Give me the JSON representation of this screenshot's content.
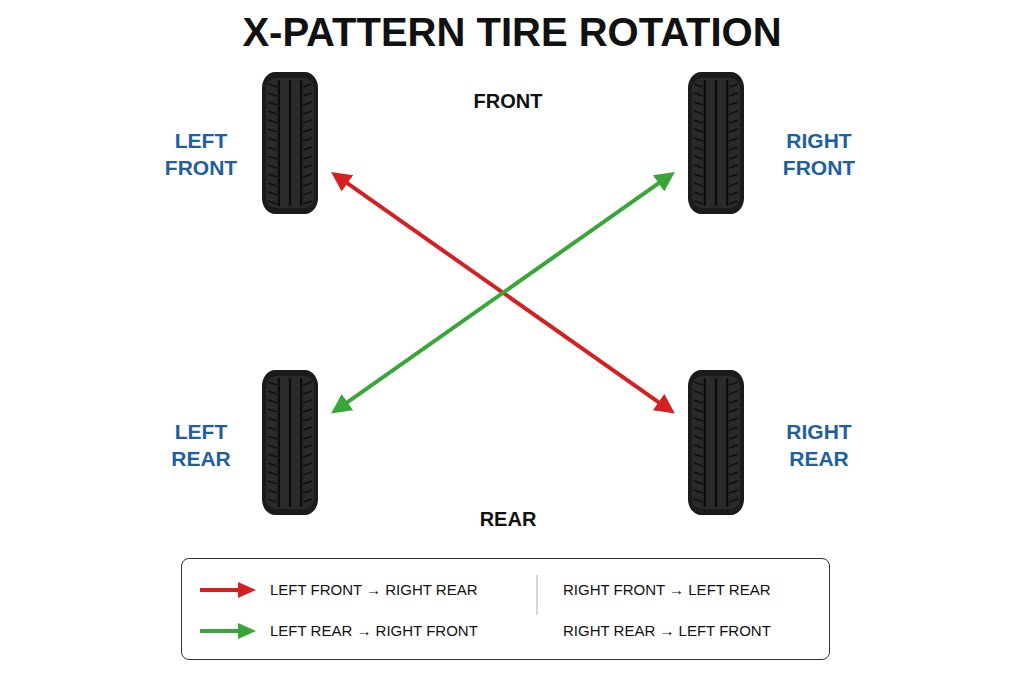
{
  "diagram": {
    "title": "X-PATTERN TIRE ROTATION",
    "nodes": [
      {
        "text": [
          "LEFT FRONT"
        ]
      },
      {
        "text": [
          "RIGHT FRONT"
        ]
      },
      {
        "text": [
          "LEFT REAR"
        ]
      },
      {
        "text": [
          "RIGHT REAR"
        ]
      }
    ],
    "edges": [
      {
        "from": 0,
        "to": 3,
        "arrow": "both"
      },
      {
        "from": 2,
        "to": 1,
        "arrow": "both"
      }
    ],
    "labels": [
      "FRONT",
      "REAR",
      "RIGHT FRONT → LEFT REAR",
      "RIGHT REAR → LEFT FRONT"
    ],
    "legend": [
      {
        "text": "LEFT FRONT → RIGHT REAR"
      },
      {
        "text": "LEFT REAR → RIGHT FRONT"
      }
    ]
  }
}
